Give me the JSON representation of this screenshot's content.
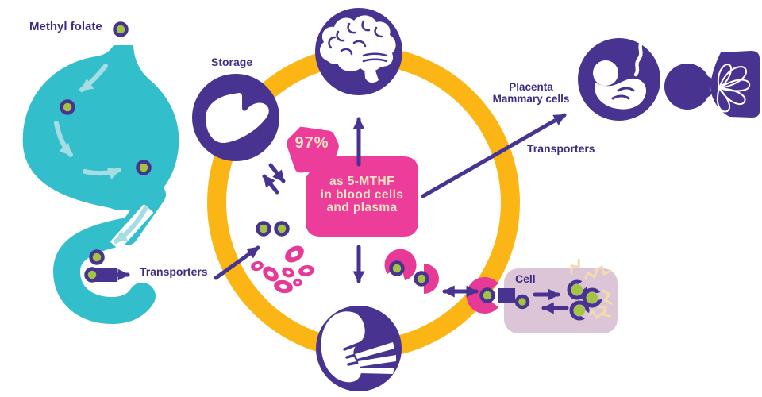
{
  "diagram": {
    "labels": {
      "methyl_folate": "Methyl folate",
      "storage": "Storage",
      "transporters_left": "Transporters",
      "transporters_right": "Transporters",
      "placenta_line1": "Placenta",
      "placenta_line2": "Mammary cells",
      "cell": "Cell"
    },
    "badge_percent": "97%",
    "blood_box": {
      "line1": "as 5-MTHF",
      "line2": "in blood cells",
      "line3": "and plasma"
    },
    "icons": [
      "stomach-icon",
      "intestine-icon",
      "brain-icon",
      "liver-icon",
      "kidney-icon",
      "fetus-icon",
      "baby-head-icon",
      "breast-icon",
      "folate-molecule-icon",
      "transporter-square-icon",
      "red-blood-cell-icon",
      "receptor-pacman-icon",
      "polyglutamate-squiggle-icon",
      "circulation-ring"
    ],
    "colors": {
      "purple": "#483390",
      "label_text": "#3D2C87",
      "teal": "#33BECC",
      "teal_light": "#A6DDE2",
      "yellow": "#FBB616",
      "magenta": "#EC3D9A",
      "cream": "#F8E4C2",
      "green": "#A3C440",
      "cell_background": "#DBC5D7"
    }
  }
}
